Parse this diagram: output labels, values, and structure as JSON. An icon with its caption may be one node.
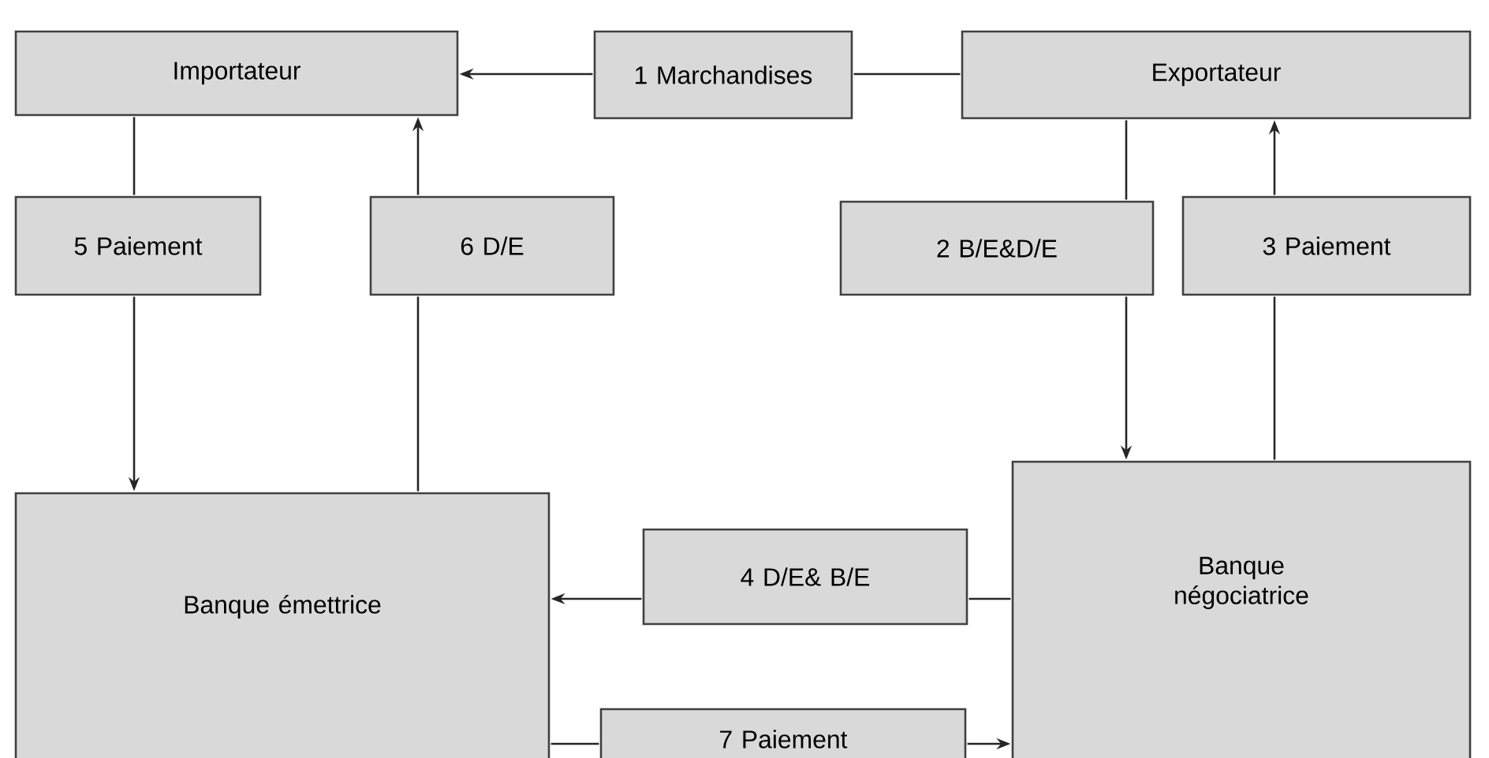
{
  "diagram": {
    "nodes": [
      {
        "text": [
          "Importateur"
        ]
      },
      {
        "text": [
          "1 Marchandises"
        ]
      },
      {
        "text": [
          "Exportateur"
        ]
      },
      {
        "text": [
          "5 Paiement"
        ]
      },
      {
        "text": [
          "6 D/E"
        ]
      },
      {
        "text": [
          "2 B/E&D/E"
        ]
      },
      {
        "text": [
          "3 Paiement"
        ]
      },
      {
        "text": [
          "Banque émettrice"
        ]
      },
      {
        "text": [
          "4 D/E& B/E"
        ]
      },
      {
        "text": [
          "Banque négociatrice"
        ]
      },
      {
        "text": [
          "7 Paiement"
        ]
      }
    ],
    "edges": [
      {
        "from": 2,
        "to": 1,
        "arrow": "none"
      },
      {
        "from": 1,
        "to": 0,
        "arrow": "to"
      },
      {
        "from": 0,
        "to": 3,
        "arrow": "none"
      },
      {
        "from": 3,
        "to": 7,
        "arrow": "to"
      },
      {
        "from": 7,
        "to": 4,
        "arrow": "none"
      },
      {
        "from": 4,
        "to": 0,
        "arrow": "to"
      },
      {
        "from": 2,
        "to": 5,
        "arrow": "none"
      },
      {
        "from": 5,
        "to": 9,
        "arrow": "to"
      },
      {
        "from": 9,
        "to": 6,
        "arrow": "none"
      },
      {
        "from": 6,
        "to": 2,
        "arrow": "to"
      },
      {
        "from": 9,
        "to": 8,
        "arrow": "none"
      },
      {
        "from": 8,
        "to": 7,
        "arrow": "to"
      },
      {
        "from": 7,
        "to": 10,
        "arrow": "none"
      },
      {
        "from": 10,
        "to": 9,
        "arrow": "to"
      }
    ]
  }
}
